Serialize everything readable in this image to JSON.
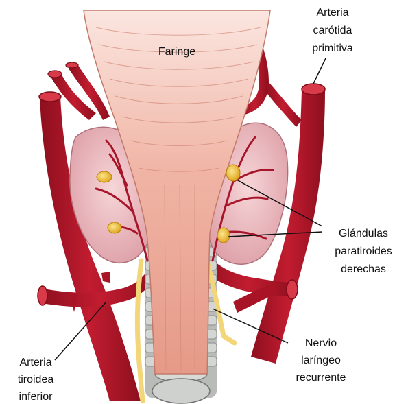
{
  "labels": {
    "faringe": "Faringe",
    "carotida": [
      "Arteria",
      "carótida",
      "primitiva"
    ],
    "glandulas": [
      "Glándulas",
      "paratiroides",
      "derechas"
    ],
    "nervio": [
      "Nervio",
      "laríngeo",
      "recurrente"
    ],
    "tiroidea": [
      "Arteria",
      "tiroidea",
      "inferior"
    ]
  },
  "colors": {
    "artery": "#b3162a",
    "artery_dark": "#7a0b18",
    "pharynx": "#eeb0a0",
    "thyroid": "#efc0c4",
    "parathyroid": "#f3c94a",
    "nerve": "#f8e08a",
    "trachea": "#c9cbc9"
  },
  "icons": [
    "pharynx-illustration",
    "thyroid-lobe",
    "parathyroid-gland",
    "carotid-artery",
    "recurrent-laryngeal-nerve",
    "trachea"
  ]
}
